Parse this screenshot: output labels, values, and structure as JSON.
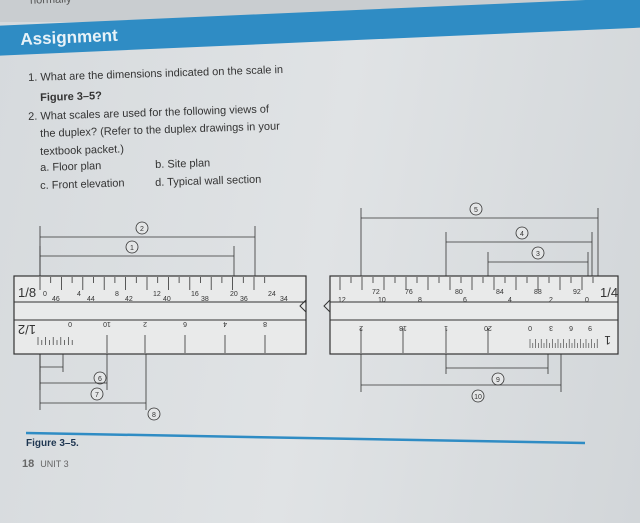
{
  "header": {
    "cut_text": "normally",
    "banner_title": "Assignment",
    "banner_color": "#2f8cc4"
  },
  "questions": [
    {
      "line1": "1. What are the dimensions indicated on the scale in",
      "line2": "Figure 3–5?"
    },
    {
      "line1": "2. What scales are used for the following views of",
      "line2": "the duplex? (Refer to the duplex drawings in your",
      "line3": "textbook packet.)"
    }
  ],
  "options": {
    "a": "a.  Floor plan",
    "b": "b.  Site plan",
    "c": "c.  Front elevation",
    "d": "d.  Typical wall section"
  },
  "figure": {
    "left_scale": {
      "top_label": "1/8",
      "bottom_label": "1/2",
      "top_ticks": [
        "0",
        "46",
        "4",
        "44",
        "8",
        "42",
        "12",
        "40",
        "16",
        "38",
        "20",
        "36",
        "24",
        "34"
      ],
      "bottom_ticks": [
        "0",
        "10",
        "2",
        "6",
        "4",
        "8"
      ]
    },
    "right_scale": {
      "top_label": "1/4",
      "bottom_label": "1",
      "top_ticks": [
        "12",
        "72",
        "10",
        "76",
        "8",
        "80",
        "6",
        "84",
        "4",
        "88",
        "2",
        "92",
        "0"
      ],
      "bottom_ticks": [
        "2",
        "18",
        "1",
        "20",
        "0",
        "3",
        "6",
        "9"
      ]
    },
    "callouts": [
      "1",
      "2",
      "3",
      "4",
      "5",
      "6",
      "7",
      "8",
      "9",
      "10"
    ],
    "caption": "Figure 3–5."
  },
  "footer": {
    "page": "18",
    "unit": "UNIT 3"
  }
}
